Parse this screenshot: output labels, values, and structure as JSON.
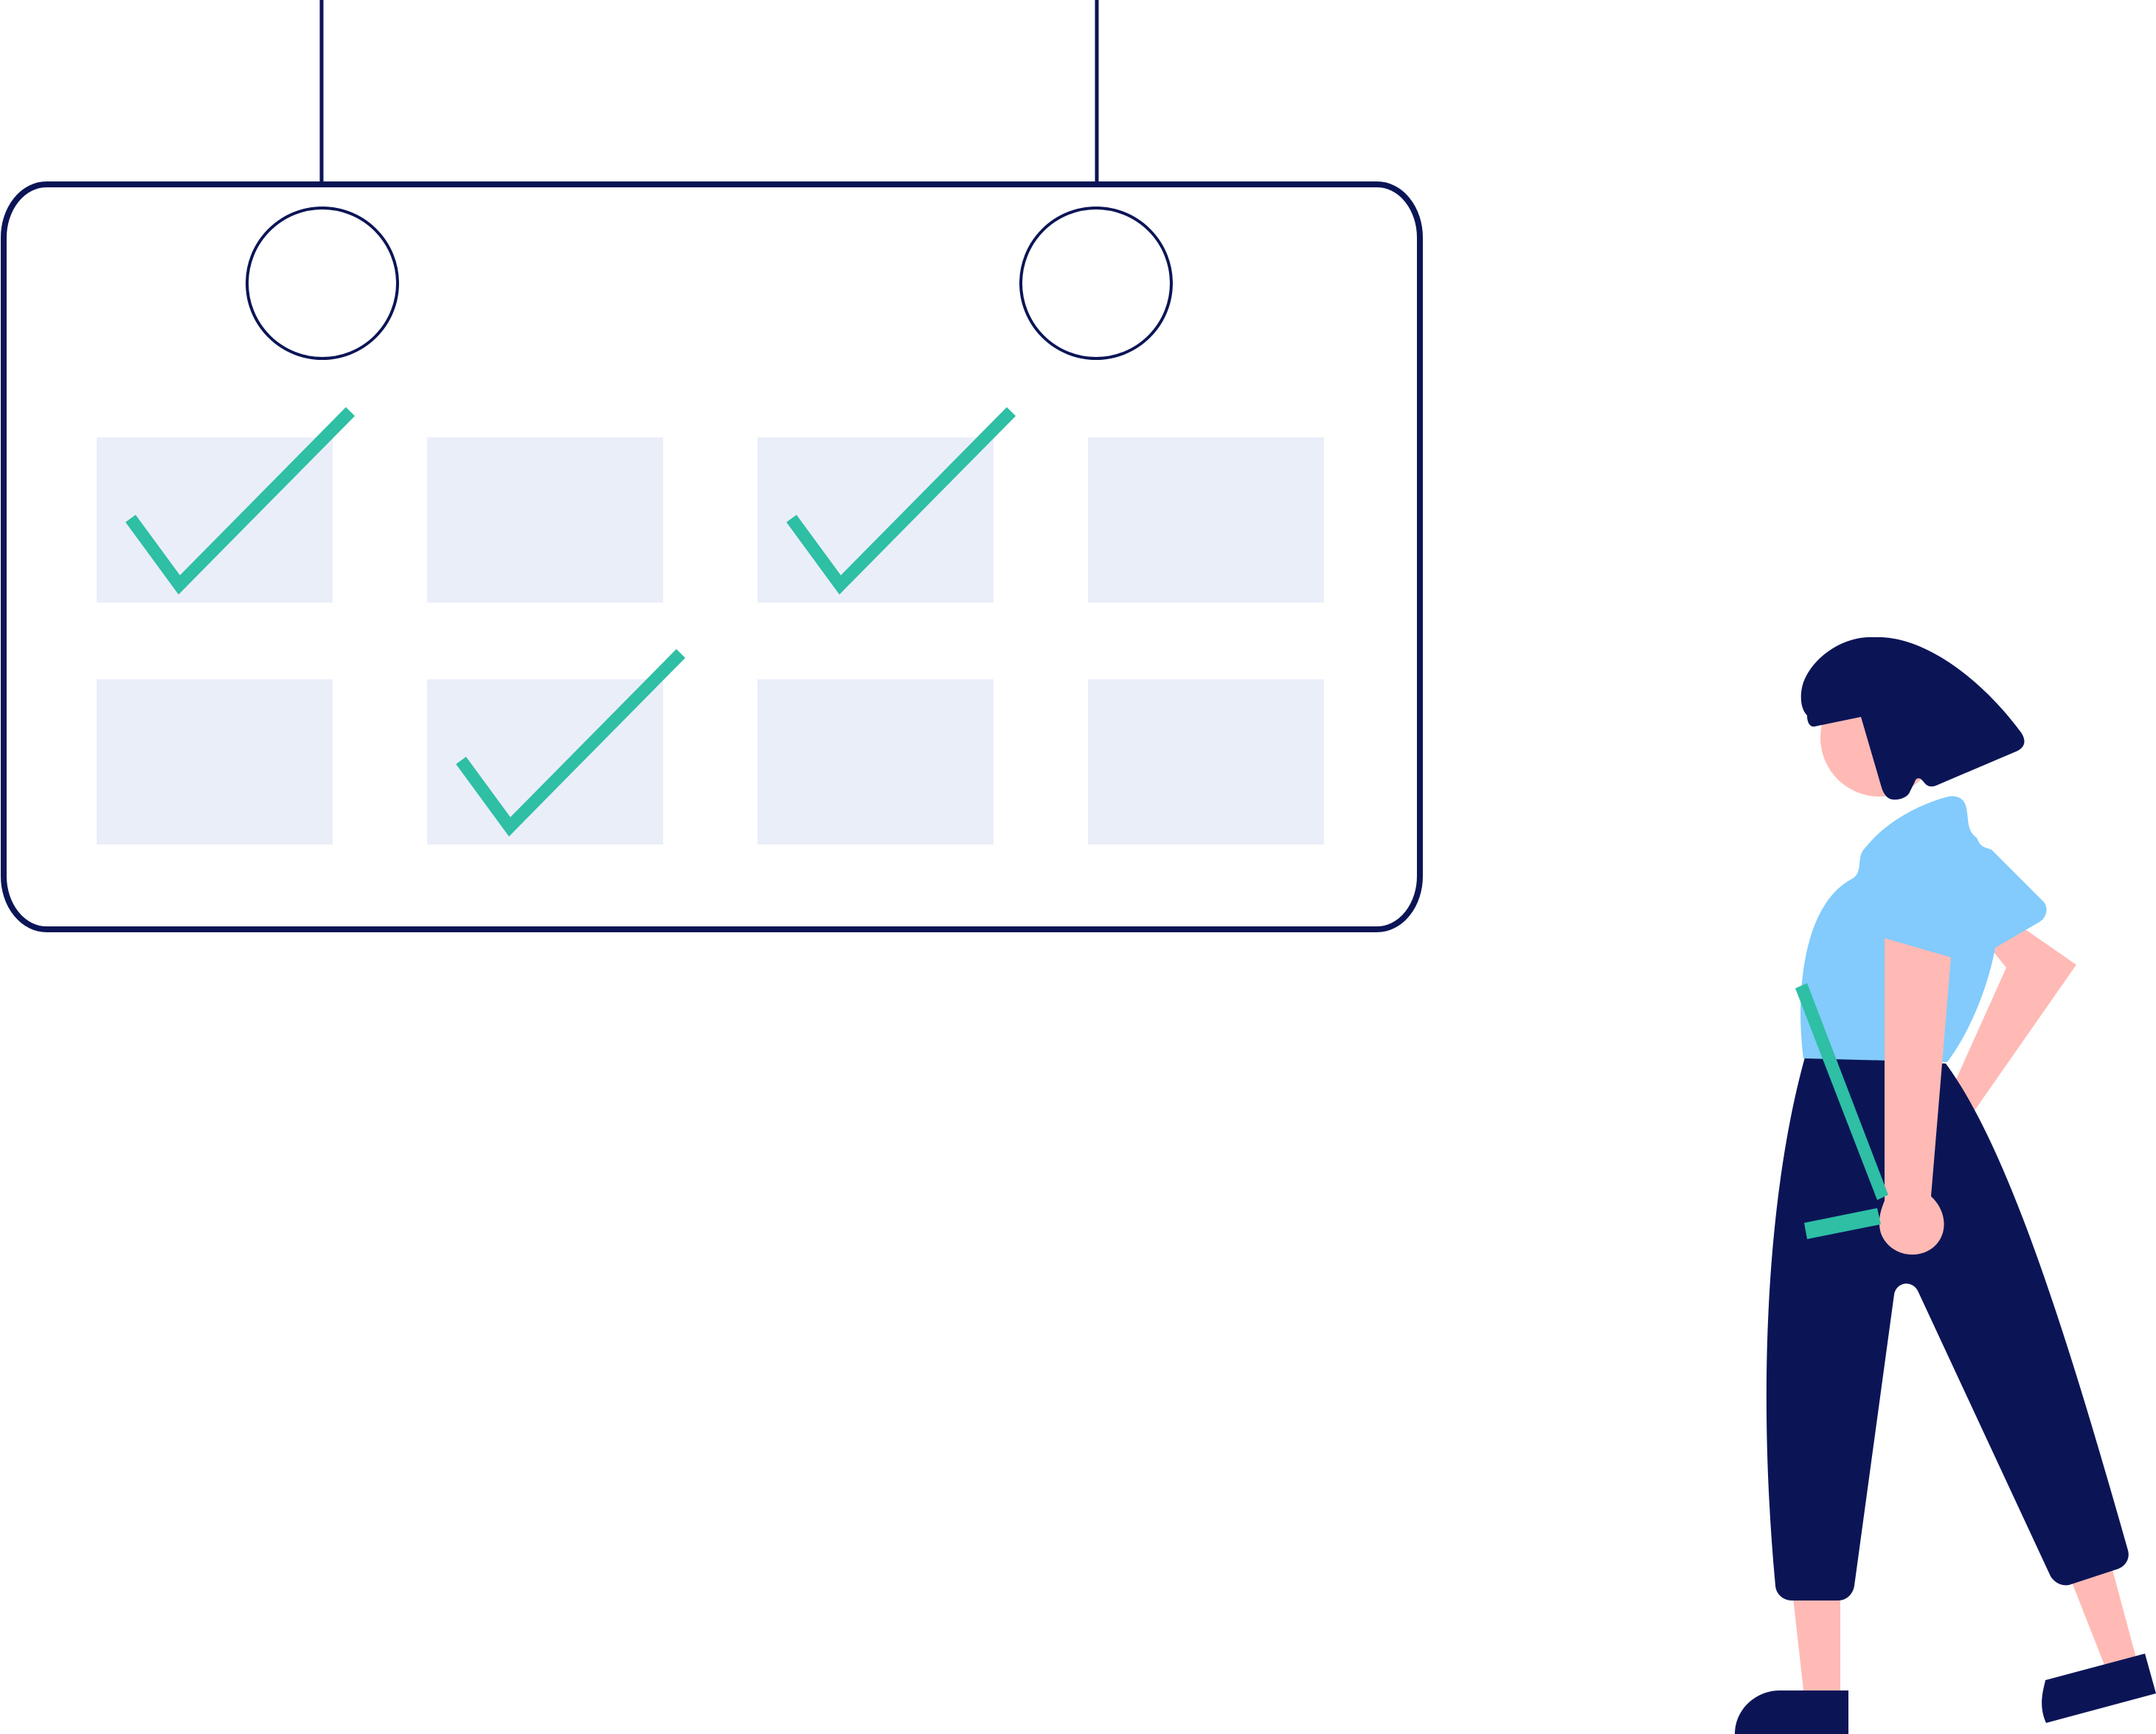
{
  "colors": {
    "navy": "#0b1556",
    "slot_fill": "#eaeef9",
    "check": "#2ebfa5",
    "shirt": "#82cbfc",
    "skin": "#ffbab5",
    "background": "#ffffff"
  },
  "calendar": {
    "rows": 2,
    "columns": 4,
    "slots": [
      {
        "row": 1,
        "col": 1,
        "checked": true
      },
      {
        "row": 1,
        "col": 2,
        "checked": false
      },
      {
        "row": 1,
        "col": 3,
        "checked": true
      },
      {
        "row": 1,
        "col": 4,
        "checked": false
      },
      {
        "row": 2,
        "col": 1,
        "checked": false
      },
      {
        "row": 2,
        "col": 2,
        "checked": true
      },
      {
        "row": 2,
        "col": 3,
        "checked": false
      },
      {
        "row": 2,
        "col": 4,
        "checked": false
      }
    ]
  },
  "icons": {
    "check": "checkmark-icon",
    "ring": "binder-ring-icon"
  }
}
